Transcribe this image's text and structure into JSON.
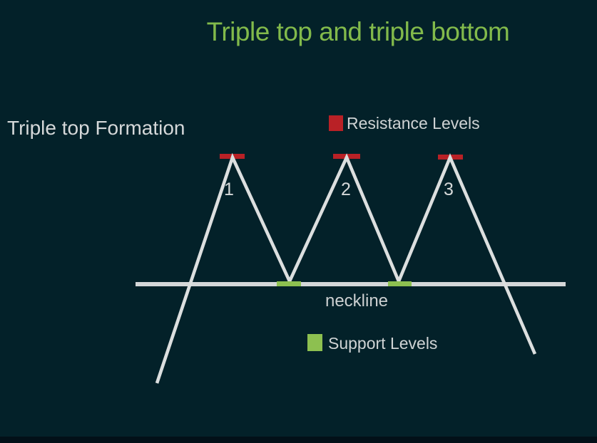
{
  "page": {
    "background_color": "#032129",
    "bottom_strip_color": "#021018"
  },
  "title": {
    "text": "Triple top and triple bottom",
    "color": "#82ba4b"
  },
  "section_label": {
    "text": "Triple top Formation",
    "color": "#d5d8d9"
  },
  "legend": {
    "resistance": {
      "label": "Resistance Levels",
      "swatch_color": "#b92126",
      "label_color": "#cfd3d4"
    },
    "support": {
      "label": "Support Levels",
      "swatch_color": "#8dc050",
      "label_color": "#cfd3d4"
    }
  },
  "pattern": {
    "peak_labels": [
      "1",
      "2",
      "3"
    ],
    "neckline_label": "neckline",
    "line_color": "#dcdfdf",
    "neckline_color": "#d4d7d8",
    "resistance_marker_color": "#b92126",
    "support_marker_color": "#8dc050",
    "peak_label_color": "#d6d9d9",
    "neckline_label_color": "#ccd0d1"
  }
}
